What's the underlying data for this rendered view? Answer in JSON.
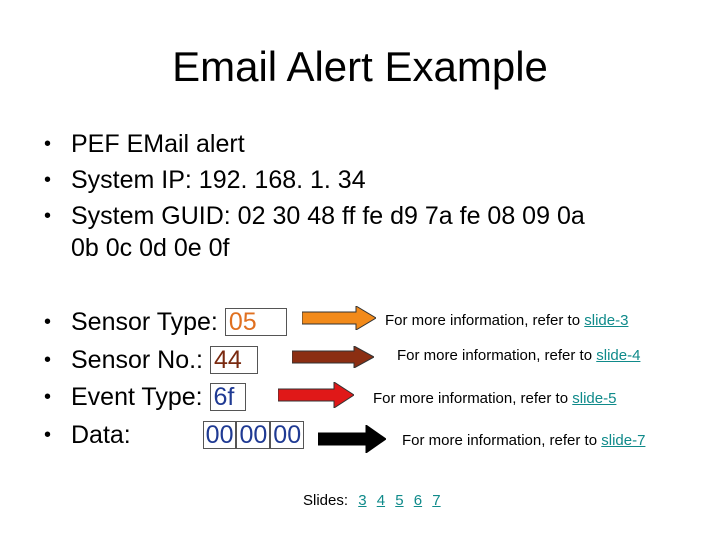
{
  "title": "Email Alert Example",
  "bullet_char": "•",
  "bullets": [
    "PEF EMail alert",
    "System IP: 192. 168. 1. 34",
    "System GUID: 02 30 48 ff fe d9 7a fe 08 09 0a",
    "0b 0c 0d 0e 0f"
  ],
  "sensor_type": {
    "label": "Sensor Type:",
    "value": "05"
  },
  "sensor_no": {
    "label": "Sensor No.:",
    "value": "44"
  },
  "event_type": {
    "label": "Event Type:",
    "value": "6f"
  },
  "data_row": {
    "label": "Data:",
    "values": [
      "00",
      "00",
      "00"
    ]
  },
  "info_prefix": "For more information, refer to",
  "info_links": [
    "slide-3",
    "slide-4",
    "slide-5",
    "slide-7"
  ],
  "arrow_colors": [
    "#f28a1a",
    "#8b2e12",
    "#e01818",
    "#000000"
  ],
  "slides_label": "Slides:",
  "slide_numbers": [
    "3",
    "4",
    "5",
    "6",
    "7"
  ]
}
